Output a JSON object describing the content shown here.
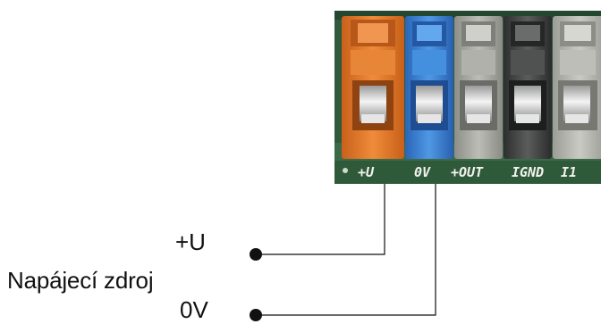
{
  "title": "Napájecí zdroj",
  "supply_terminals": {
    "positive": "+U",
    "negative": "0V"
  },
  "pcb_labels": [
    "+U",
    "0V",
    "+OUT",
    "IGND",
    "I1"
  ],
  "connector_colors": {
    "terminal_1": "#e07a26",
    "terminal_2": "#3d86d6",
    "terminal_3": "#a9aaa4",
    "terminal_4": "#4a4c4c",
    "terminal_5": "#b6b7b0"
  },
  "colors": {
    "wire": "#111111",
    "pcb": "#2f5a3c",
    "silkscreen": "#f2f2ee"
  }
}
